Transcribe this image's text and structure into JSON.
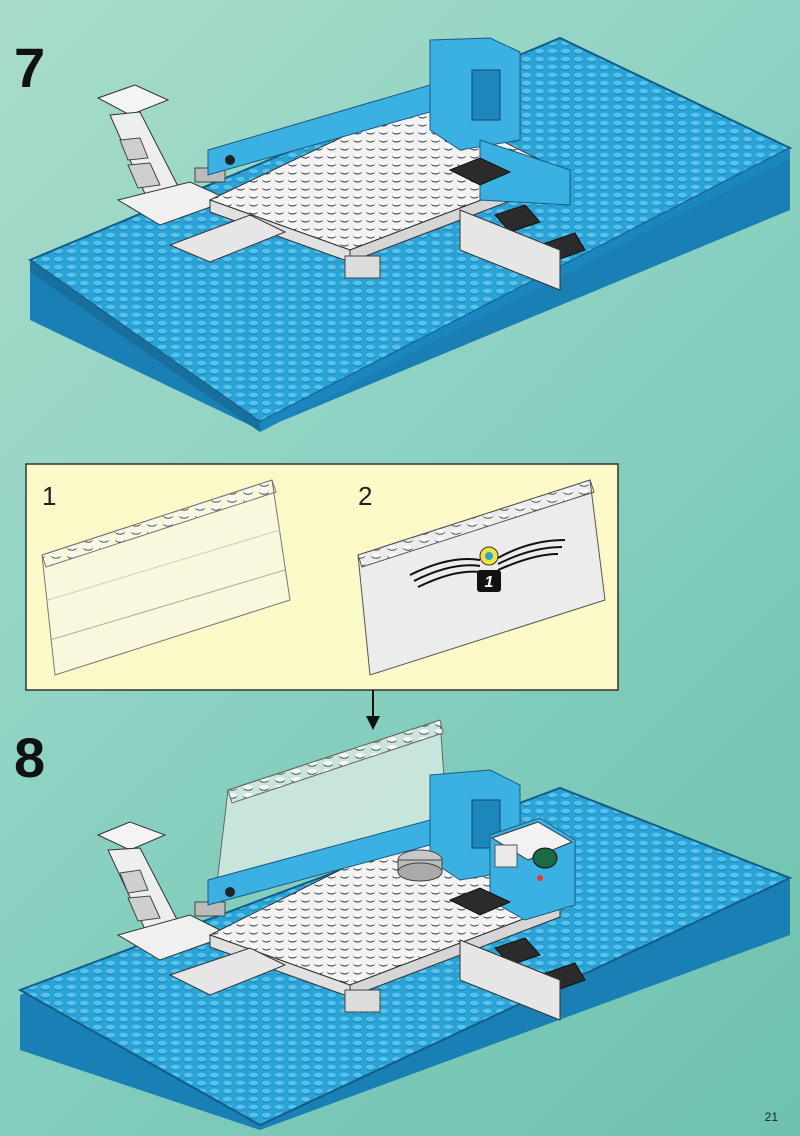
{
  "page": {
    "number": "21",
    "background_color": "#8fd3c4"
  },
  "step7": {
    "number": "7"
  },
  "step8": {
    "number": "8"
  },
  "callout": {
    "background_color": "#fbf9c8",
    "items": [
      {
        "number": "1",
        "part": "transparent-windscreen-panel"
      },
      {
        "number": "2",
        "part": "windscreen-panel-with-sticker"
      }
    ],
    "sticker_number": "1"
  },
  "colors": {
    "baseplate": "#2aa3d6",
    "blue_brick": "#3bb0e3",
    "white_brick": "#f4f4f4",
    "black_brick": "#2b2b2b"
  }
}
